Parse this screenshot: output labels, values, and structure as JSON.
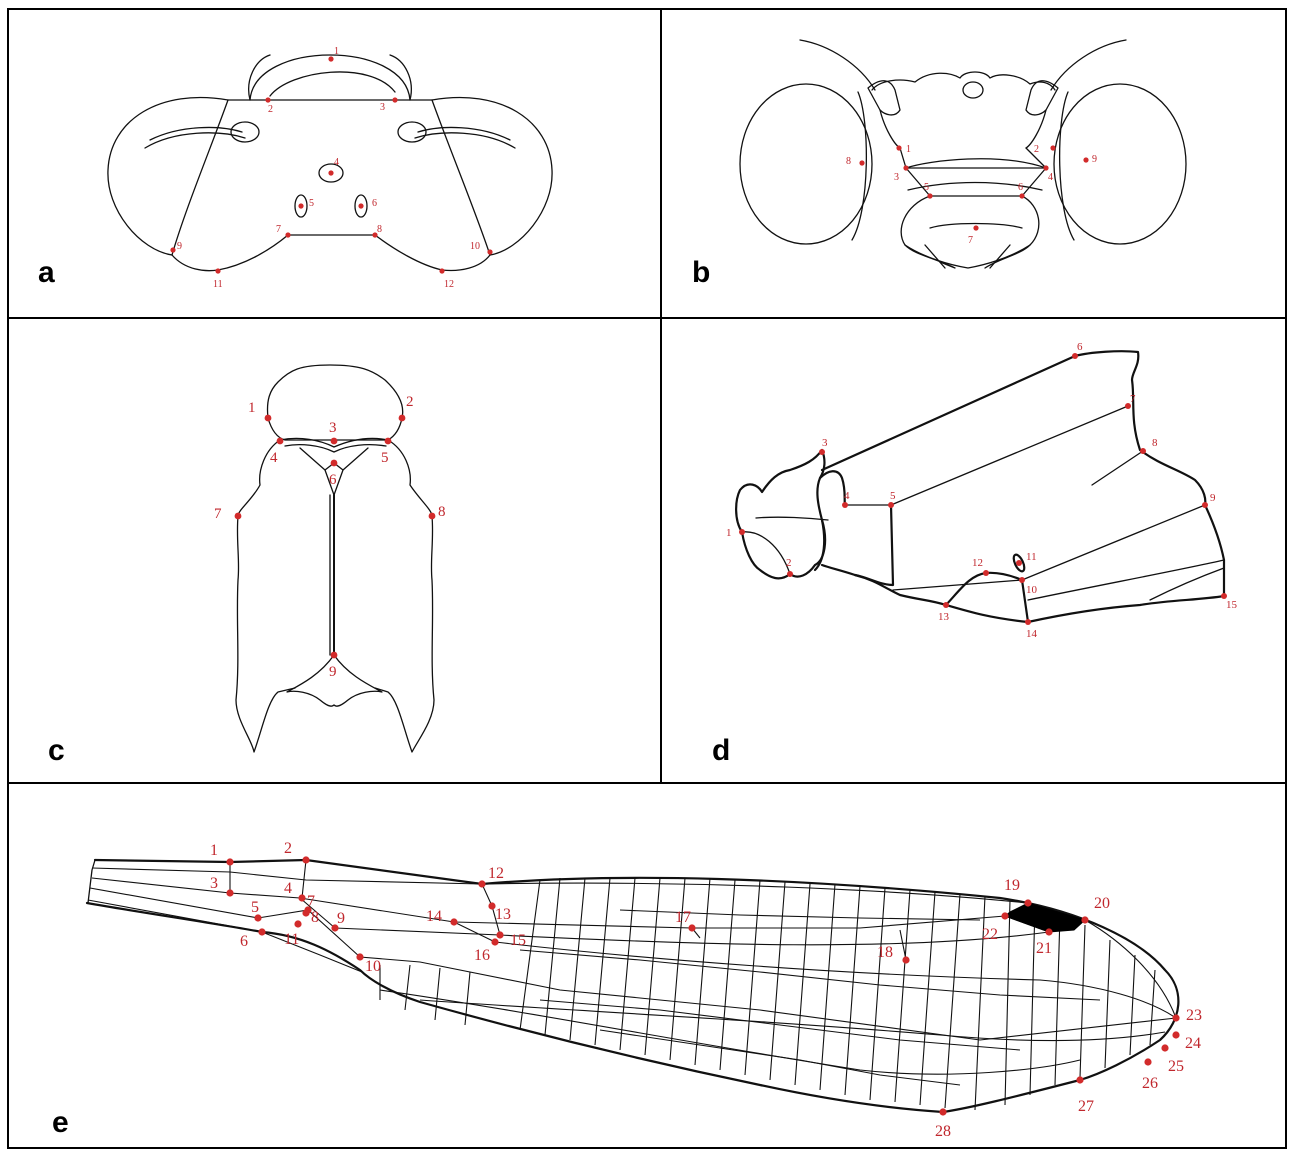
{
  "colors": {
    "landmark": "#c0272d",
    "line": "#111111",
    "pterostigma": "#000000"
  },
  "panels": {
    "a": {
      "letter": "a",
      "landmarks": [
        "1",
        "2",
        "3",
        "4",
        "5",
        "6",
        "7",
        "8",
        "9",
        "10",
        "11",
        "12"
      ]
    },
    "b": {
      "letter": "b",
      "landmarks": [
        "1",
        "2",
        "3",
        "4",
        "5",
        "6",
        "7",
        "8",
        "9"
      ]
    },
    "c": {
      "letter": "c",
      "landmarks": [
        "1",
        "2",
        "3",
        "4",
        "5",
        "6",
        "7",
        "8",
        "9"
      ]
    },
    "d": {
      "letter": "d",
      "landmarks": [
        "1",
        "2",
        "3",
        "4",
        "5",
        "6",
        "7",
        "8",
        "9",
        "10",
        "11",
        "12",
        "13",
        "14",
        "15"
      ]
    },
    "e": {
      "letter": "e",
      "landmarks": [
        "1",
        "2",
        "3",
        "4",
        "5",
        "6",
        "7",
        "8",
        "9",
        "10",
        "11",
        "12",
        "13",
        "14",
        "15",
        "16",
        "17",
        "18",
        "19",
        "20",
        "21",
        "22",
        "23",
        "24",
        "25",
        "26",
        "27",
        "28"
      ]
    }
  }
}
